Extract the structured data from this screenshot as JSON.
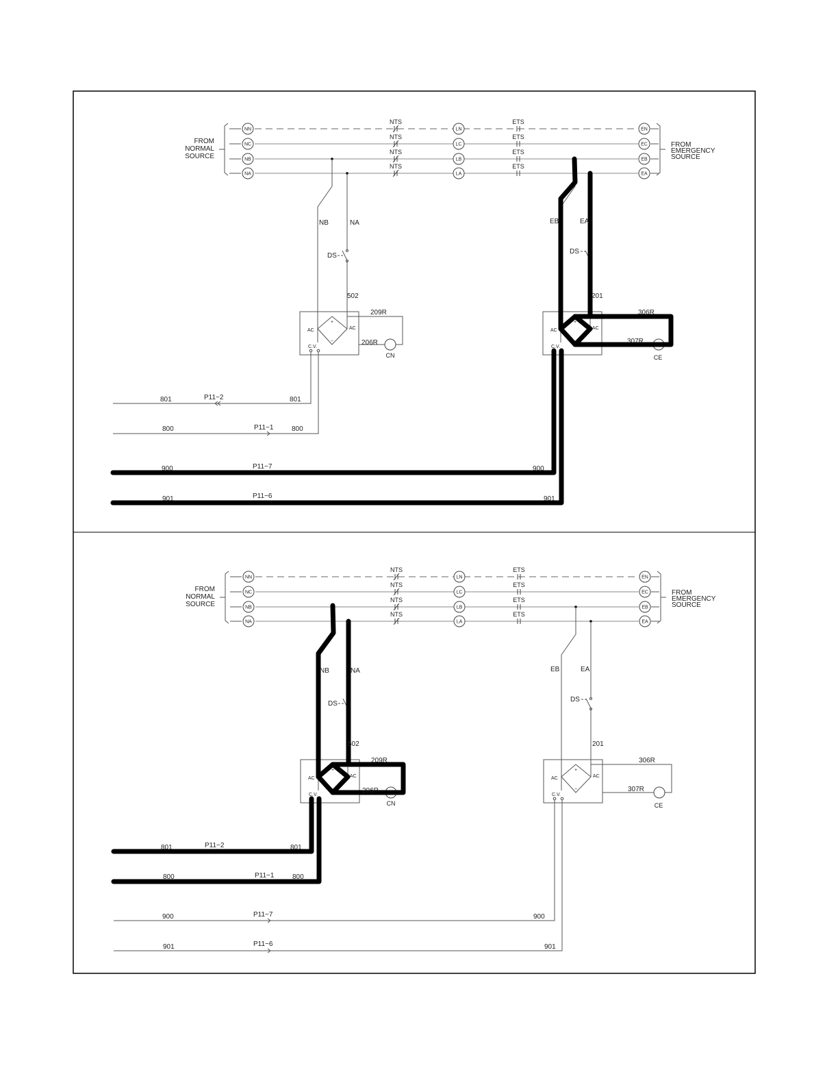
{
  "labels": {
    "from_normal": [
      "FROM",
      "NORMAL",
      "SOURCE"
    ],
    "from_emergency": [
      "FROM",
      "EMERGENCY",
      "SOURCE"
    ],
    "nts": "NTS",
    "ets": "ETS",
    "nb": "NB",
    "na": "NA",
    "eb": "EB",
    "ea": "EA",
    "ds": "DS",
    "ac": "AC",
    "cv": "C.V.",
    "plus": "+",
    "minus": "−",
    "cn": "CN",
    "ce": "CE",
    "w502": "502",
    "w201": "201",
    "w209R": "209R",
    "w206R": "206R",
    "w306R": "306R",
    "w307R": "307R",
    "w801": "801",
    "w800": "800",
    "w900": "900",
    "w901": "901",
    "p11_2": "P11−2",
    "p11_1": "P11−1",
    "p11_7": "P11−7",
    "p11_6": "P11−6"
  },
  "terminals": {
    "normal": [
      "NN",
      "NC",
      "NB",
      "NA"
    ],
    "load": [
      "LN",
      "LC",
      "LB",
      "LA"
    ],
    "emergency": [
      "EN",
      "EC",
      "EB",
      "EA"
    ]
  },
  "panels": [
    {
      "highlighted_path": "emergency"
    },
    {
      "highlighted_path": "normal"
    }
  ]
}
